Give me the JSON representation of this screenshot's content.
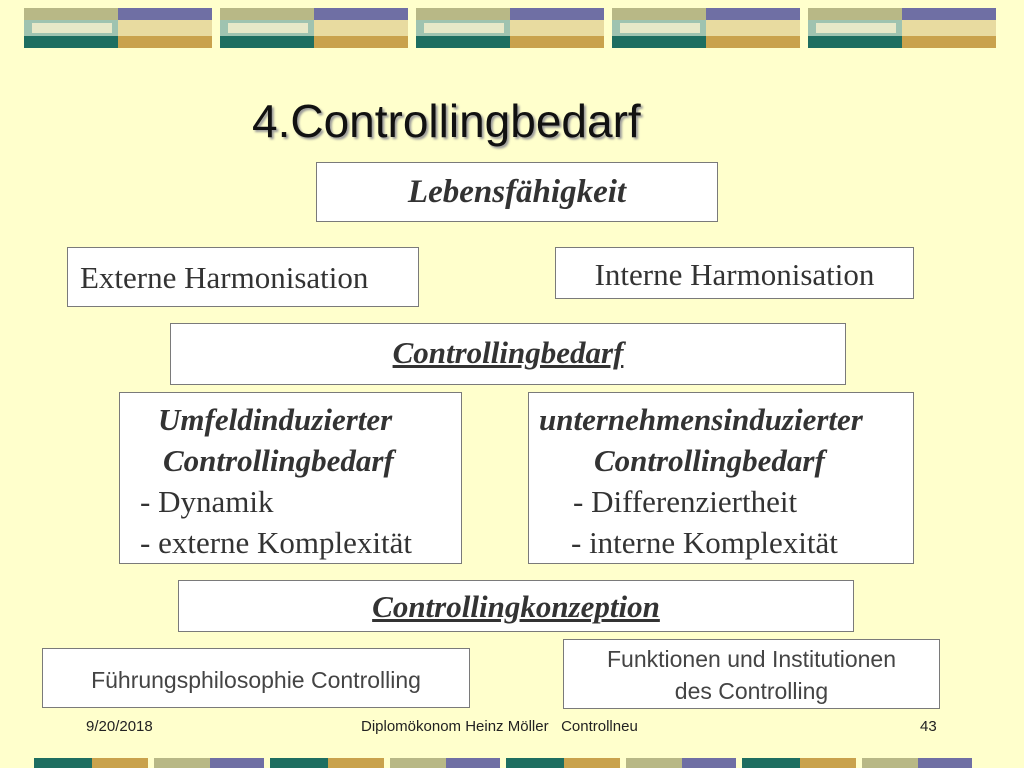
{
  "slide": {
    "title": "4.Controllingbedarf",
    "boxes": {
      "lebensfaehigkeit": "Lebensfähigkeit",
      "externe": "Externe Harmonisation",
      "interne": "Interne Harmonisation",
      "controllingbedarf": "Controllingbedarf",
      "umfeld": {
        "line1": "Umfeldinduzierter",
        "line2": "Controllingbedarf",
        "line3": "- Dynamik",
        "line4": "- externe Komplexität"
      },
      "unternehmen": {
        "line1": "unternehmensinduzierter",
        "line2": "Controllingbedarf",
        "line3": "- Differenziertheit",
        "line4": "- interne Komplexität"
      },
      "konzeption": "Controllingkonzeption",
      "fuehrung": "Führungsphilosophie Controlling",
      "funktionen": {
        "line1": "Funktionen und Institutionen",
        "line2": "des Controlling"
      }
    },
    "footer": {
      "date": "9/20/2018",
      "author": "Diplomökonom Heinz Möller   Controllneu",
      "page": "43"
    },
    "colors": {
      "background": "#ffffcc",
      "box": "#ffffff",
      "text": "#333333"
    }
  }
}
